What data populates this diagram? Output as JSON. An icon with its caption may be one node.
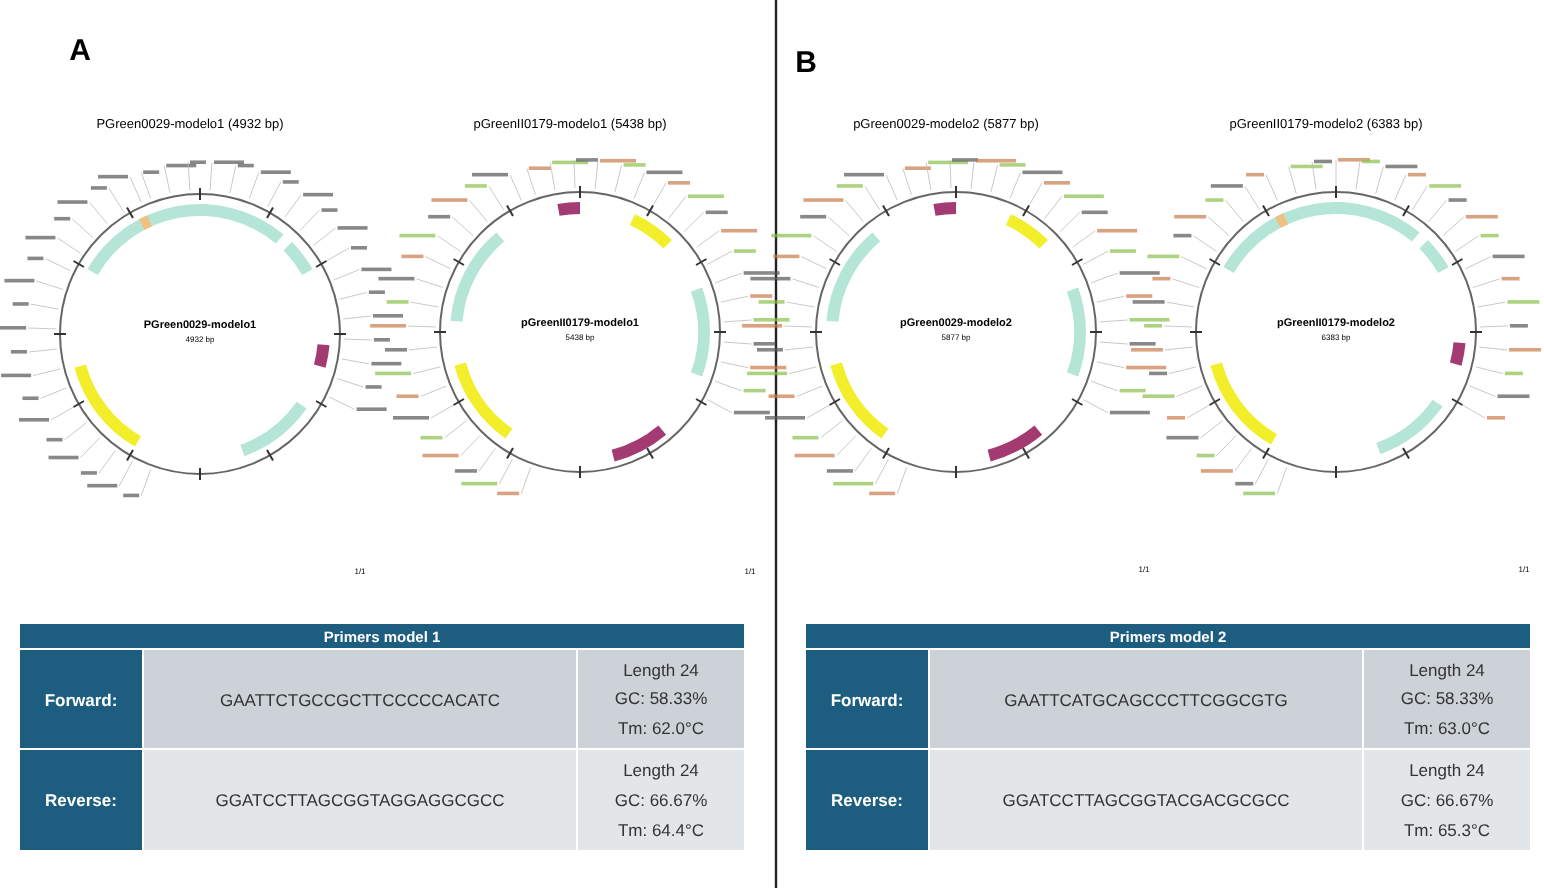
{
  "diagram": {
    "labels": [
      "A",
      "PGreen0029-modelo1 (4932 bp)",
      "pGreenII0179-modelo1 (5438 bp)",
      "PGreen0029-modelo1",
      "4932 bp",
      "pGreenII0179-modelo1",
      "5438 bp",
      "1/1",
      "1/1",
      "Primers model 1",
      "Forward:",
      "GAATTCTGCCGCTTCCCCCACATC",
      "Length 24",
      "GC: 58.33%",
      "Tm: 62.0°C",
      "Reverse:",
      "GGATCCTTAGCGGTAGGAGGCGCC",
      "Length 24",
      "GC: 66.67%",
      "Tm: 64.4°C",
      "B",
      "pGreen0029-modelo2 (5877 bp)",
      "pGreenII0179-modelo2 (6383 bp)",
      "pGreen0029-modelo2",
      "5877 bp",
      "pGreenII0179-modelo2",
      "6383 bp",
      "1/1",
      "1/1",
      "Primers model 2",
      "Forward:",
      "GAATTCATGCAGCCCTTCGGCGTG",
      "Length 24",
      "GC: 58.33%",
      "Tm: 63.0°C",
      "Reverse:",
      "GGATCCTTAGCGGTACGACGCGCC",
      "Length 24",
      "GC: 66.67%",
      "Tm: 65.3°C"
    ]
  }
}
